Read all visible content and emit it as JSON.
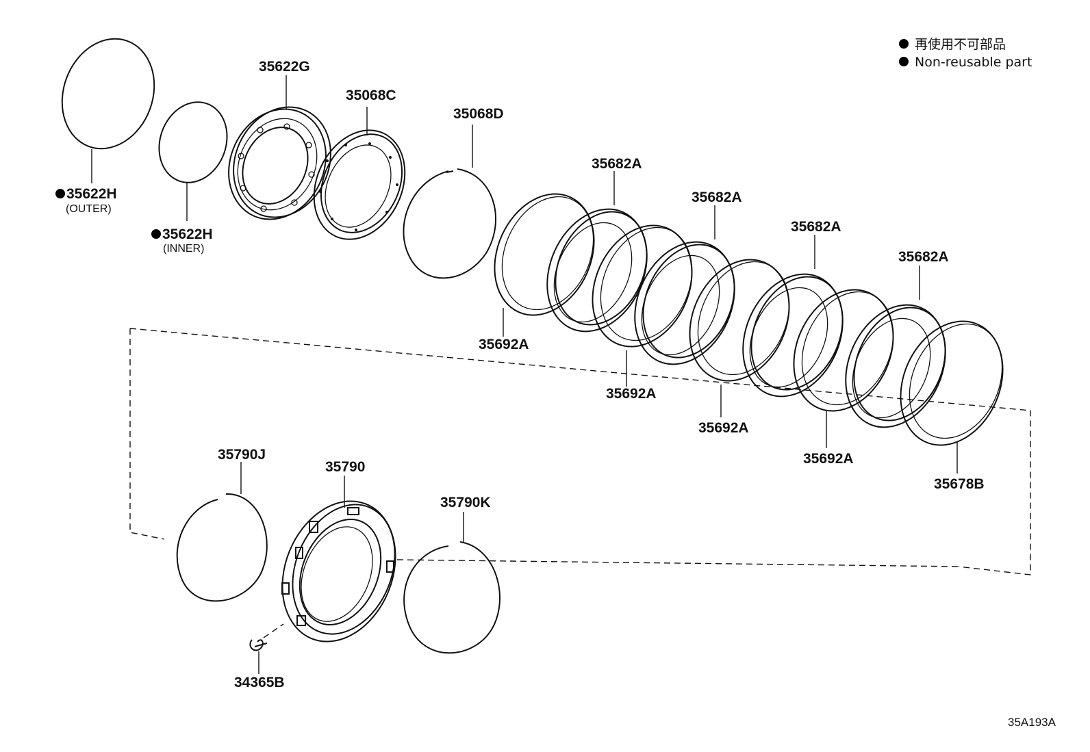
{
  "legend": {
    "marker_color": "#000000",
    "line_jp": "再使用不可部品",
    "line_en": "Non-reusable part"
  },
  "parts": {
    "p35622h_outer": "35622H",
    "p35622h_outer_sub": "(OUTER)",
    "p35622h_inner": "35622H",
    "p35622h_inner_sub": "(INNER)",
    "p35622g": "35622G",
    "p35068c": "35068C",
    "p35068d": "35068D",
    "p35682a_1": "35682A",
    "p35682a_2": "35682A",
    "p35682a_3": "35682A",
    "p35682a_4": "35682A",
    "p35692a_1": "35692A",
    "p35692a_2": "35692A",
    "p35692a_3": "35692A",
    "p35692a_4": "35692A",
    "p35678b": "35678B",
    "p35790j": "35790J",
    "p35790": "35790",
    "p35790k": "35790K",
    "p34365b": "34365B"
  },
  "diagram_id": "35A193A"
}
